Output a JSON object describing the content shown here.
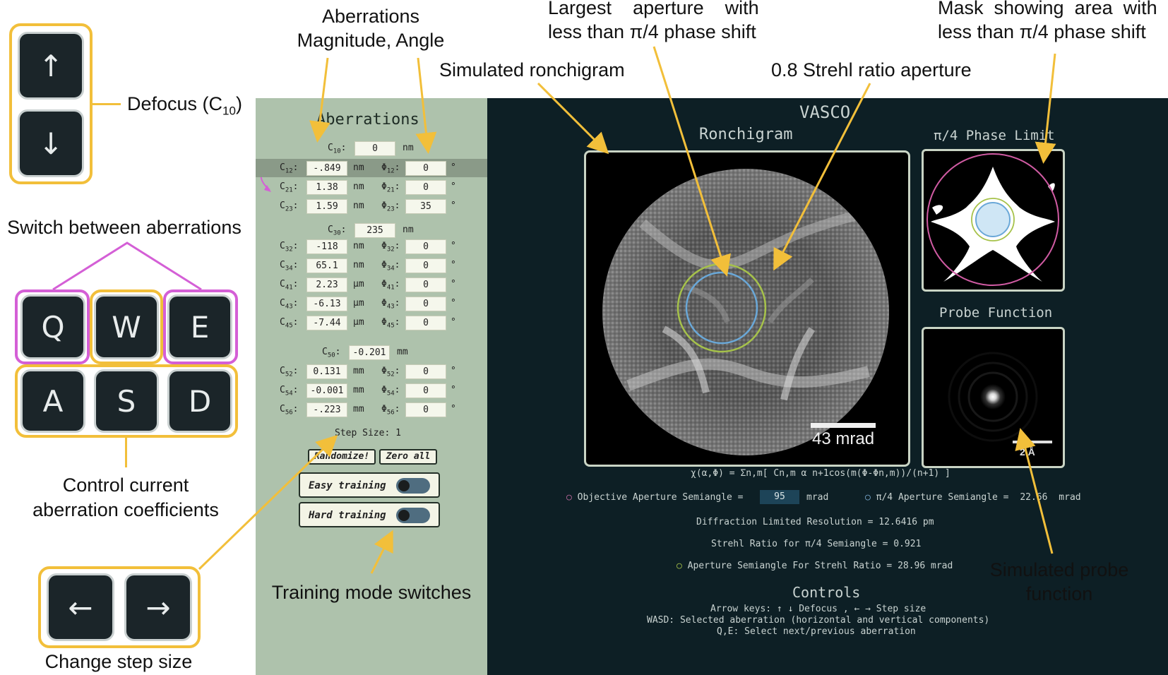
{
  "annotations": {
    "defocus": "Defocus (C",
    "defocus_sub": "10",
    "defocus_tail": ")",
    "switch": "Switch between aberrations",
    "control1": "Control current",
    "control2": "aberration coefficients",
    "step": "Change step size",
    "mag1": "Aberrations",
    "mag2": "Magnitude, Angle",
    "ronchigram": "Simulated ronchigram",
    "largest1": "Largest    aperture    with",
    "largest2": "less than π/4 phase shift",
    "strehl": "0.8 Strehl ratio aperture",
    "mask1": "Mask  showing  area  with",
    "mask2": "less than π/4 phase shift",
    "training": "Training mode switches",
    "probe1": "Simulated probe",
    "probe2": "function"
  },
  "keys": {
    "up": "↑",
    "down": "↓",
    "q": "Q",
    "w": "W",
    "e": "E",
    "a": "A",
    "s": "S",
    "d": "D",
    "left": "←",
    "right": "→"
  },
  "aberrations": {
    "title": "Aberrations",
    "c10": {
      "label": "C",
      "sub": "10",
      "value": "0",
      "unit": "nm"
    },
    "c30": {
      "label": "C",
      "sub": "30",
      "value": "235",
      "unit": "nm"
    },
    "c50": {
      "label": "C",
      "sub": "50",
      "value": "-0.201",
      "unit": "mm"
    },
    "rows": [
      {
        "sub": "12",
        "value": "-.849",
        "unit": "nm",
        "angle": "0"
      },
      {
        "sub": "21",
        "value": "1.38",
        "unit": "nm",
        "angle": "0"
      },
      {
        "sub": "23",
        "value": "1.59",
        "unit": "nm",
        "angle": "35"
      },
      {
        "sub": "32",
        "value": "-118",
        "unit": "nm",
        "angle": "0"
      },
      {
        "sub": "34",
        "value": "65.1",
        "unit": "nm",
        "angle": "0"
      },
      {
        "sub": "41",
        "value": "2.23",
        "unit": "µm",
        "angle": "0"
      },
      {
        "sub": "43",
        "value": "-6.13",
        "unit": "µm",
        "angle": "0"
      },
      {
        "sub": "45",
        "value": "-7.44",
        "unit": "µm",
        "angle": "0"
      },
      {
        "sub": "52",
        "value": "0.131",
        "unit": "mm",
        "angle": "0"
      },
      {
        "sub": "54",
        "value": "-0.001",
        "unit": "mm",
        "angle": "0"
      },
      {
        "sub": "56",
        "value": "-.223",
        "unit": "mm",
        "angle": "0"
      }
    ],
    "step_size": "Step Size: 1",
    "randomize": "Randomize!",
    "zero_all": "Zero all",
    "easy": "Easy training",
    "hard": "Hard training"
  },
  "vasco": {
    "title": "VASCO",
    "ronchigram": "Ronchigram",
    "phase_limit": "π/4 Phase Limit",
    "probe_function": "Probe Function",
    "scale_ronch": "43 mrad",
    "scale_probe": "2 Å",
    "formula": "χ(α,Φ) = Σn,m[ Cn,m α n+1cos(m(Φ-Φn,m))/(n+1) ]",
    "obj_label": "Objective Aperture Semiangle =",
    "obj_value": "95",
    "obj_unit": "mrad",
    "pi4_label": "π/4 Aperture Semiangle =",
    "pi4_value": "22.66",
    "pi4_unit": "mrad",
    "diff": "Diffraction Limited Resolution =  12.6416  pm",
    "strehl_ratio": "Strehl Ratio for π/4 Semiangle =  0.921",
    "aperture_strehl": "Aperture Semiangle For Strehl Ratio =  28.96  mrad",
    "controls_title": "Controls",
    "ctrl1": "Arrow keys: ↑ ↓ Defocus , ← → Step size",
    "ctrl2": "WASD: Selected aberration (horizontal and vertical components)",
    "ctrl3": "Q,E: Select next/previous aberration"
  },
  "colors": {
    "accent_orange": "#f2bf3a",
    "accent_pink": "#d45fd6",
    "panel_green": "#aec2ac",
    "panel_dark": "#0d1f25",
    "aperture_blue": "#6aa8d8",
    "aperture_green": "#a6c24a"
  }
}
